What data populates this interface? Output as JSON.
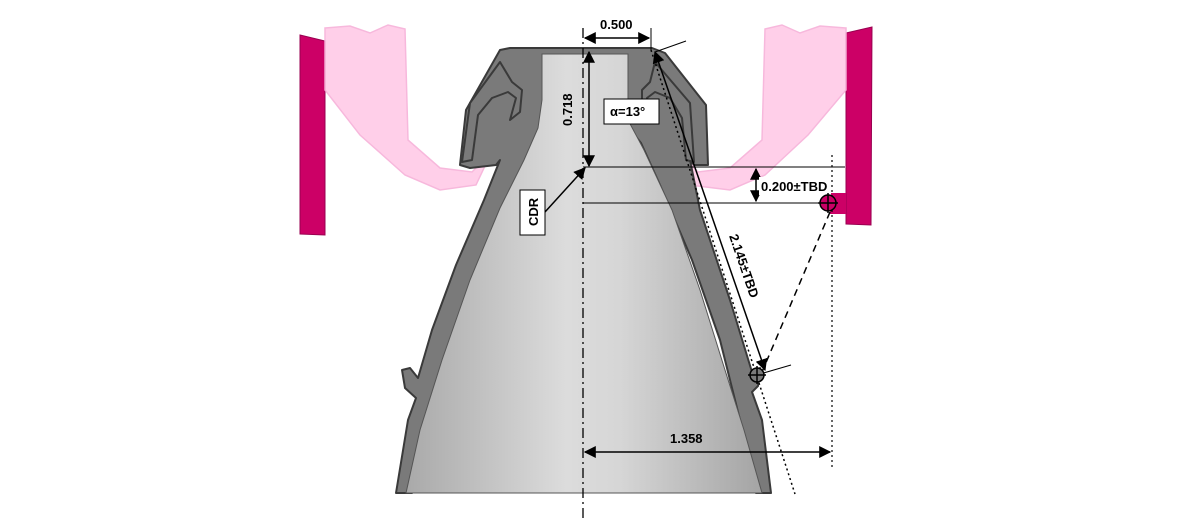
{
  "dimensions": {
    "throat_radius": "0.500",
    "throat_to_cdr": "0.718",
    "cdr_offset": "0.200±TBD",
    "link_length": "2.145±TBD",
    "radial_distance": "1.358"
  },
  "annotations": {
    "alpha": "α=13°",
    "cdr": "CDR"
  },
  "colors": {
    "bracket": "#cc0066",
    "shroud": "#ffcce8",
    "shroud_stroke": "#f7b3da",
    "nozzle_wall": "#7a7a7a",
    "nozzle_outline": "#3a3a3a",
    "nozzle_inner_light": "#dedede",
    "nozzle_inner_dark": "#a8a8a8"
  }
}
